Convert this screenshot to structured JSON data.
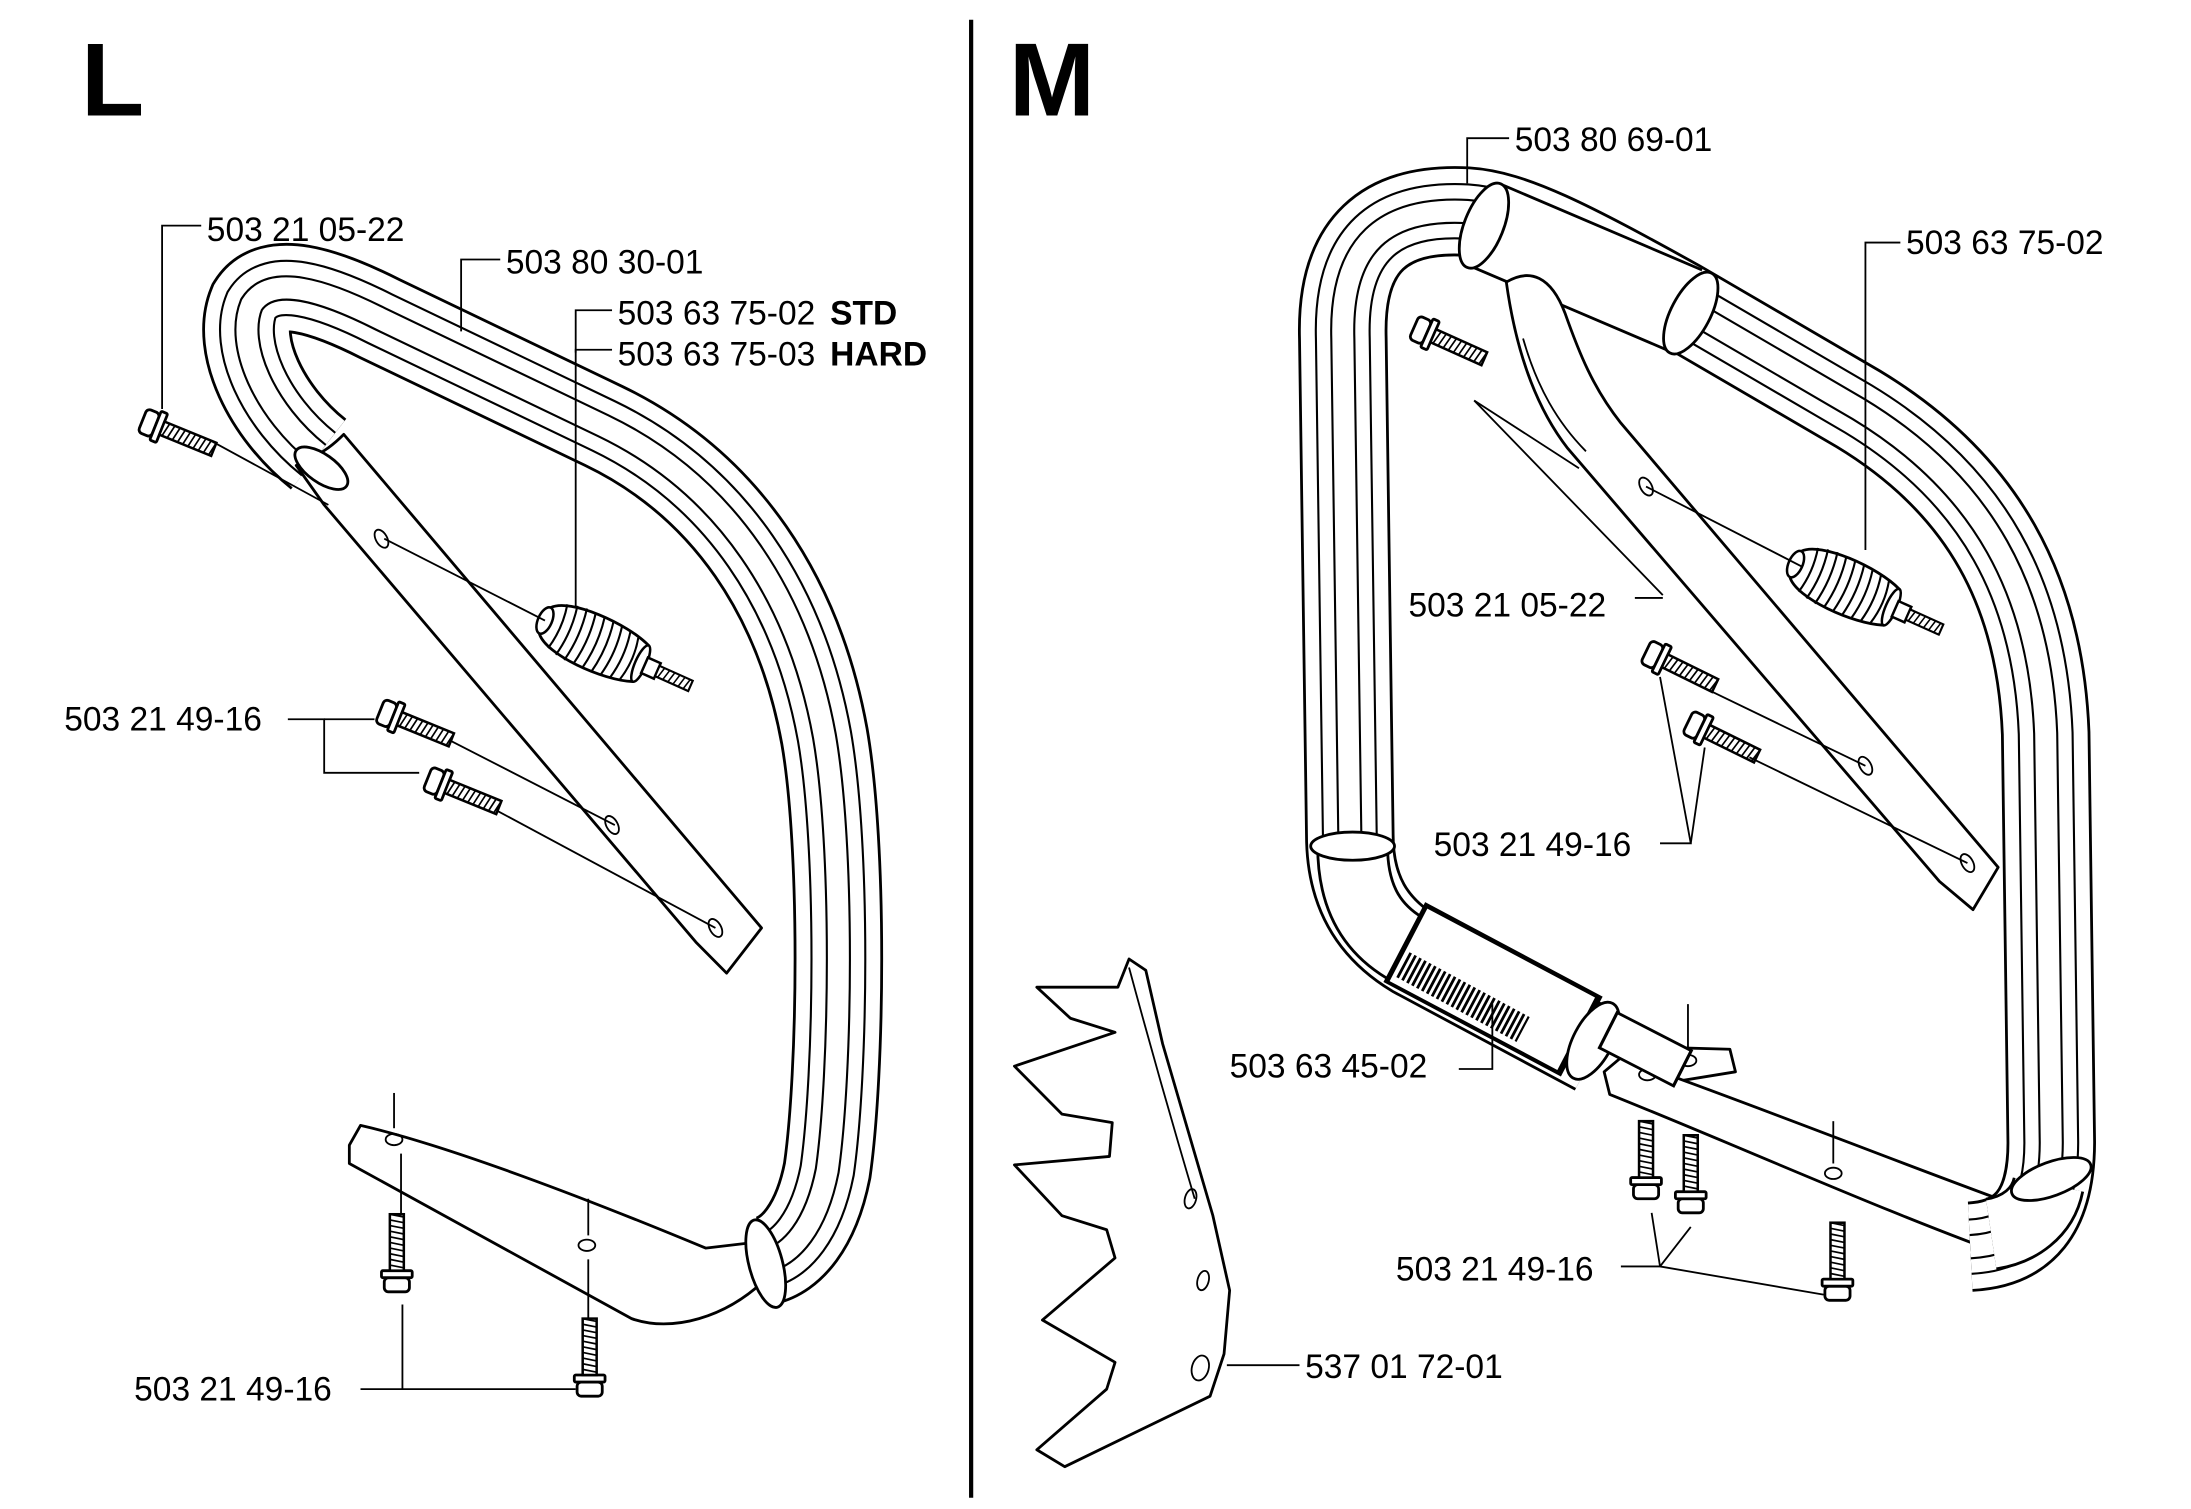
{
  "panels": {
    "left": {
      "letter": "L",
      "labels": {
        "front_bolt": "503 21 05-22",
        "handle": "503 80 30-01",
        "av_std_number": "503 63 75-02",
        "av_std_suffix": "STD",
        "av_hard_number": "503 63 75-03",
        "av_hard_suffix": "HARD",
        "middle_bolts": "503 21 49-16",
        "bottom_bolts": "503 21 49-16"
      }
    },
    "right": {
      "letter": "M",
      "labels": {
        "handle": "503 80 69-01",
        "av_element": "503 63 75-02",
        "front_bolt": "503 21 05-22",
        "middle_bolts": "503 21 49-16",
        "grip_sleeve": "503 63 45-02",
        "bottom_bolts": "503 21 49-16",
        "spike": "537 01 72-01"
      }
    }
  }
}
